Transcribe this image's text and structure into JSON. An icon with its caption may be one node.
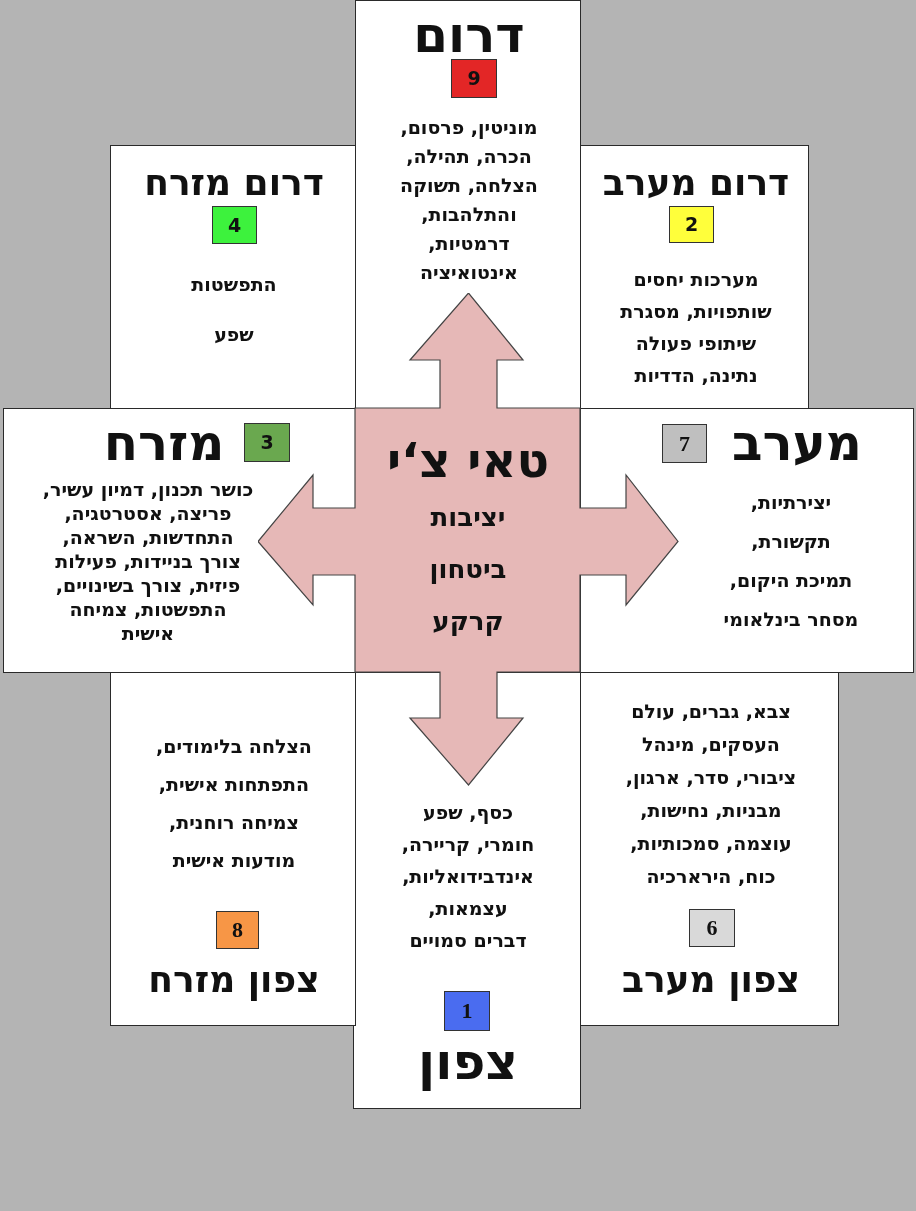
{
  "diagram": {
    "nodes": [
      {
        "text": [
          "דרום",
          "מוניטין, פרסום, הכרה, תהילה, הצלחה, תשוקה והתלהבות, דרמטיות, אינטואיציה"
        ]
      },
      {
        "text": [
          "9"
        ],
        "in": 0
      },
      {
        "text": [
          "דרום מערב",
          "מערכות יחסים שותפויות, מסגרת שיתופי פעולה נתינה, הדדיות"
        ]
      },
      {
        "text": [
          "2"
        ],
        "in": 2
      },
      {
        "text": [
          "דרום מזרח",
          "התפשטות",
          "שפע"
        ]
      },
      {
        "text": [
          "4"
        ],
        "in": 4
      },
      {
        "text": [
          "מערב",
          "יצירתיות, תקשורת, תמיכת היקום, מסחר בינלאומי"
        ]
      },
      {
        "text": [
          "7"
        ],
        "in": 6
      },
      {
        "text": [
          "טאי צ‘י",
          "יציבות",
          "ביטחון",
          "קרקע"
        ]
      },
      {
        "text": [
          "מזרח",
          "כושר תכנון, דמיון עשיר, פריצה, אסטרטגיה, התחדשות, השראה, צורך בניידות, פעילות פיזית, צורך בשינויים, התפשטות, צמיחה אישית"
        ]
      },
      {
        "text": [
          "3"
        ],
        "in": 9
      },
      {
        "text": [
          "צבא, גברים, עולם העסקים, מינהל ציבורי, סדר, ארגון, מבניות, נחישות, עוצמה, סמכותיות, כוח, הירארכיה",
          "צפון מערב"
        ]
      },
      {
        "text": [
          "6"
        ],
        "in": 11
      },
      {
        "text": [
          "כסף, שפע חומרי, קריירה, אינדבידואליות, עצמאות, דברים סמויים",
          "צפון"
        ]
      },
      {
        "text": [
          "1"
        ],
        "in": 13
      },
      {
        "text": [
          "הצלחה בלימודים, התפתחות אישית, צמיחה רוחנית, מודעות אישית",
          "צפון מזרח"
        ]
      },
      {
        "text": [
          "8"
        ],
        "in": 15
      }
    ]
  }
}
